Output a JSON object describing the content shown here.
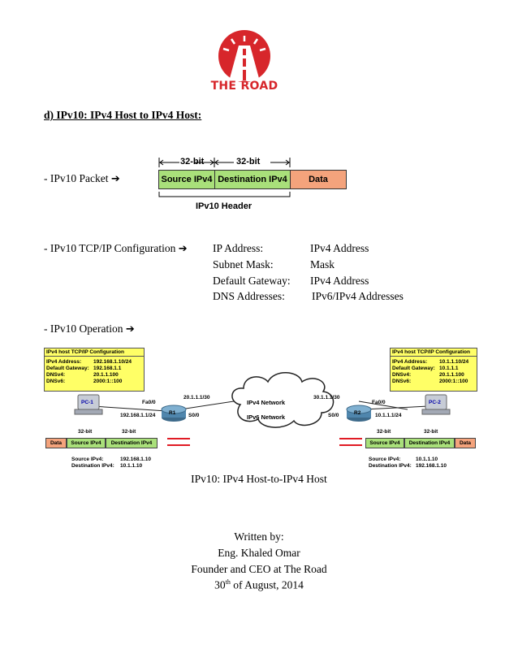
{
  "logo": {
    "text": "THE ROAD"
  },
  "section_heading": "d) IPv10: IPv4 Host to IPv4 Host:",
  "packet": {
    "label": "- IPv10 Packet",
    "arrow": "➔",
    "dim_left": "32-bit",
    "dim_right": "32-bit",
    "source": "Source IPv4",
    "destination": "Destination IPv4",
    "data": "Data",
    "header_label": "IPv10 Header"
  },
  "config": {
    "label": "- IPv10 TCP/IP Configuration",
    "arrow": "➔",
    "rows": [
      {
        "key": "IP Address:",
        "value": "IPv4 Address"
      },
      {
        "key": "Subnet Mask:",
        "value": "Mask"
      },
      {
        "key": "Default Gateway:",
        "value": "IPv4 Address"
      },
      {
        "key": "DNS Addresses:",
        "value": "IPv6/IPv4 Addresses"
      }
    ]
  },
  "operation": {
    "label": "- IPv10 Operation",
    "arrow": "➔",
    "left_cfg": {
      "title": "IPv4 host TCP/IP Configuration",
      "rows": [
        {
          "k": "IPv4 Address:",
          "v": "192.168.1.10/24"
        },
        {
          "k": "Default Gateway:",
          "v": "192.168.1.1"
        },
        {
          "k": "DNSv4:",
          "v": "20.1.1.100"
        },
        {
          "k": "DNSv6:",
          "v": "2000:1::100"
        }
      ]
    },
    "right_cfg": {
      "title": "IPv4 host TCP/IP Configuration",
      "rows": [
        {
          "k": "IPv4 Address:",
          "v": "10.1.1.10/24"
        },
        {
          "k": "Default Gateway:",
          "v": "10.1.1.1"
        },
        {
          "k": "DNSv4:",
          "v": "20.1.1.100"
        },
        {
          "k": "DNSv6:",
          "v": "2000:1::100"
        }
      ]
    },
    "pc1": "PC-1",
    "pc2": "PC-2",
    "r1": "R1",
    "r2": "R2",
    "r1_fa": "Fa0/0",
    "r1_s": "S0/0",
    "r1_wan": "20.1.1.1/30",
    "r1_lan": "192.168.1.1/24",
    "r2_fa": "Fa0/0",
    "r2_s": "S0/0",
    "r2_wan": "30.1.1.1/30",
    "r2_lan": "10.1.1.1/24",
    "cloud_v4": "IPv4 Network",
    "cloud_v6": "IPv6 Network",
    "bit32": "32-bit",
    "left_pkt": {
      "data": "Data",
      "src": "Source IPv4",
      "dst": "Destination IPv4",
      "src_lbl": "Source IPv4:",
      "src_val": "192.168.1.10",
      "dst_lbl": "Destination IPv4:",
      "dst_val": "10.1.1.10"
    },
    "right_pkt": {
      "data": "Data",
      "src": "Source IPv4",
      "dst": "Destination IPv4",
      "src_lbl": "Source IPv4:",
      "src_val": "10.1.1.10",
      "dst_lbl": "Destination IPv4:",
      "dst_val": "192.168.1.10"
    },
    "caption": "IPv10: IPv4 Host-to-IPv4 Host"
  },
  "author": {
    "written_by": "Written by:",
    "name": "Eng. Khaled Omar",
    "title": "Founder and CEO at The Road",
    "date_day": "30",
    "date_sup": "th",
    "date_rest": " of August, 2014"
  }
}
